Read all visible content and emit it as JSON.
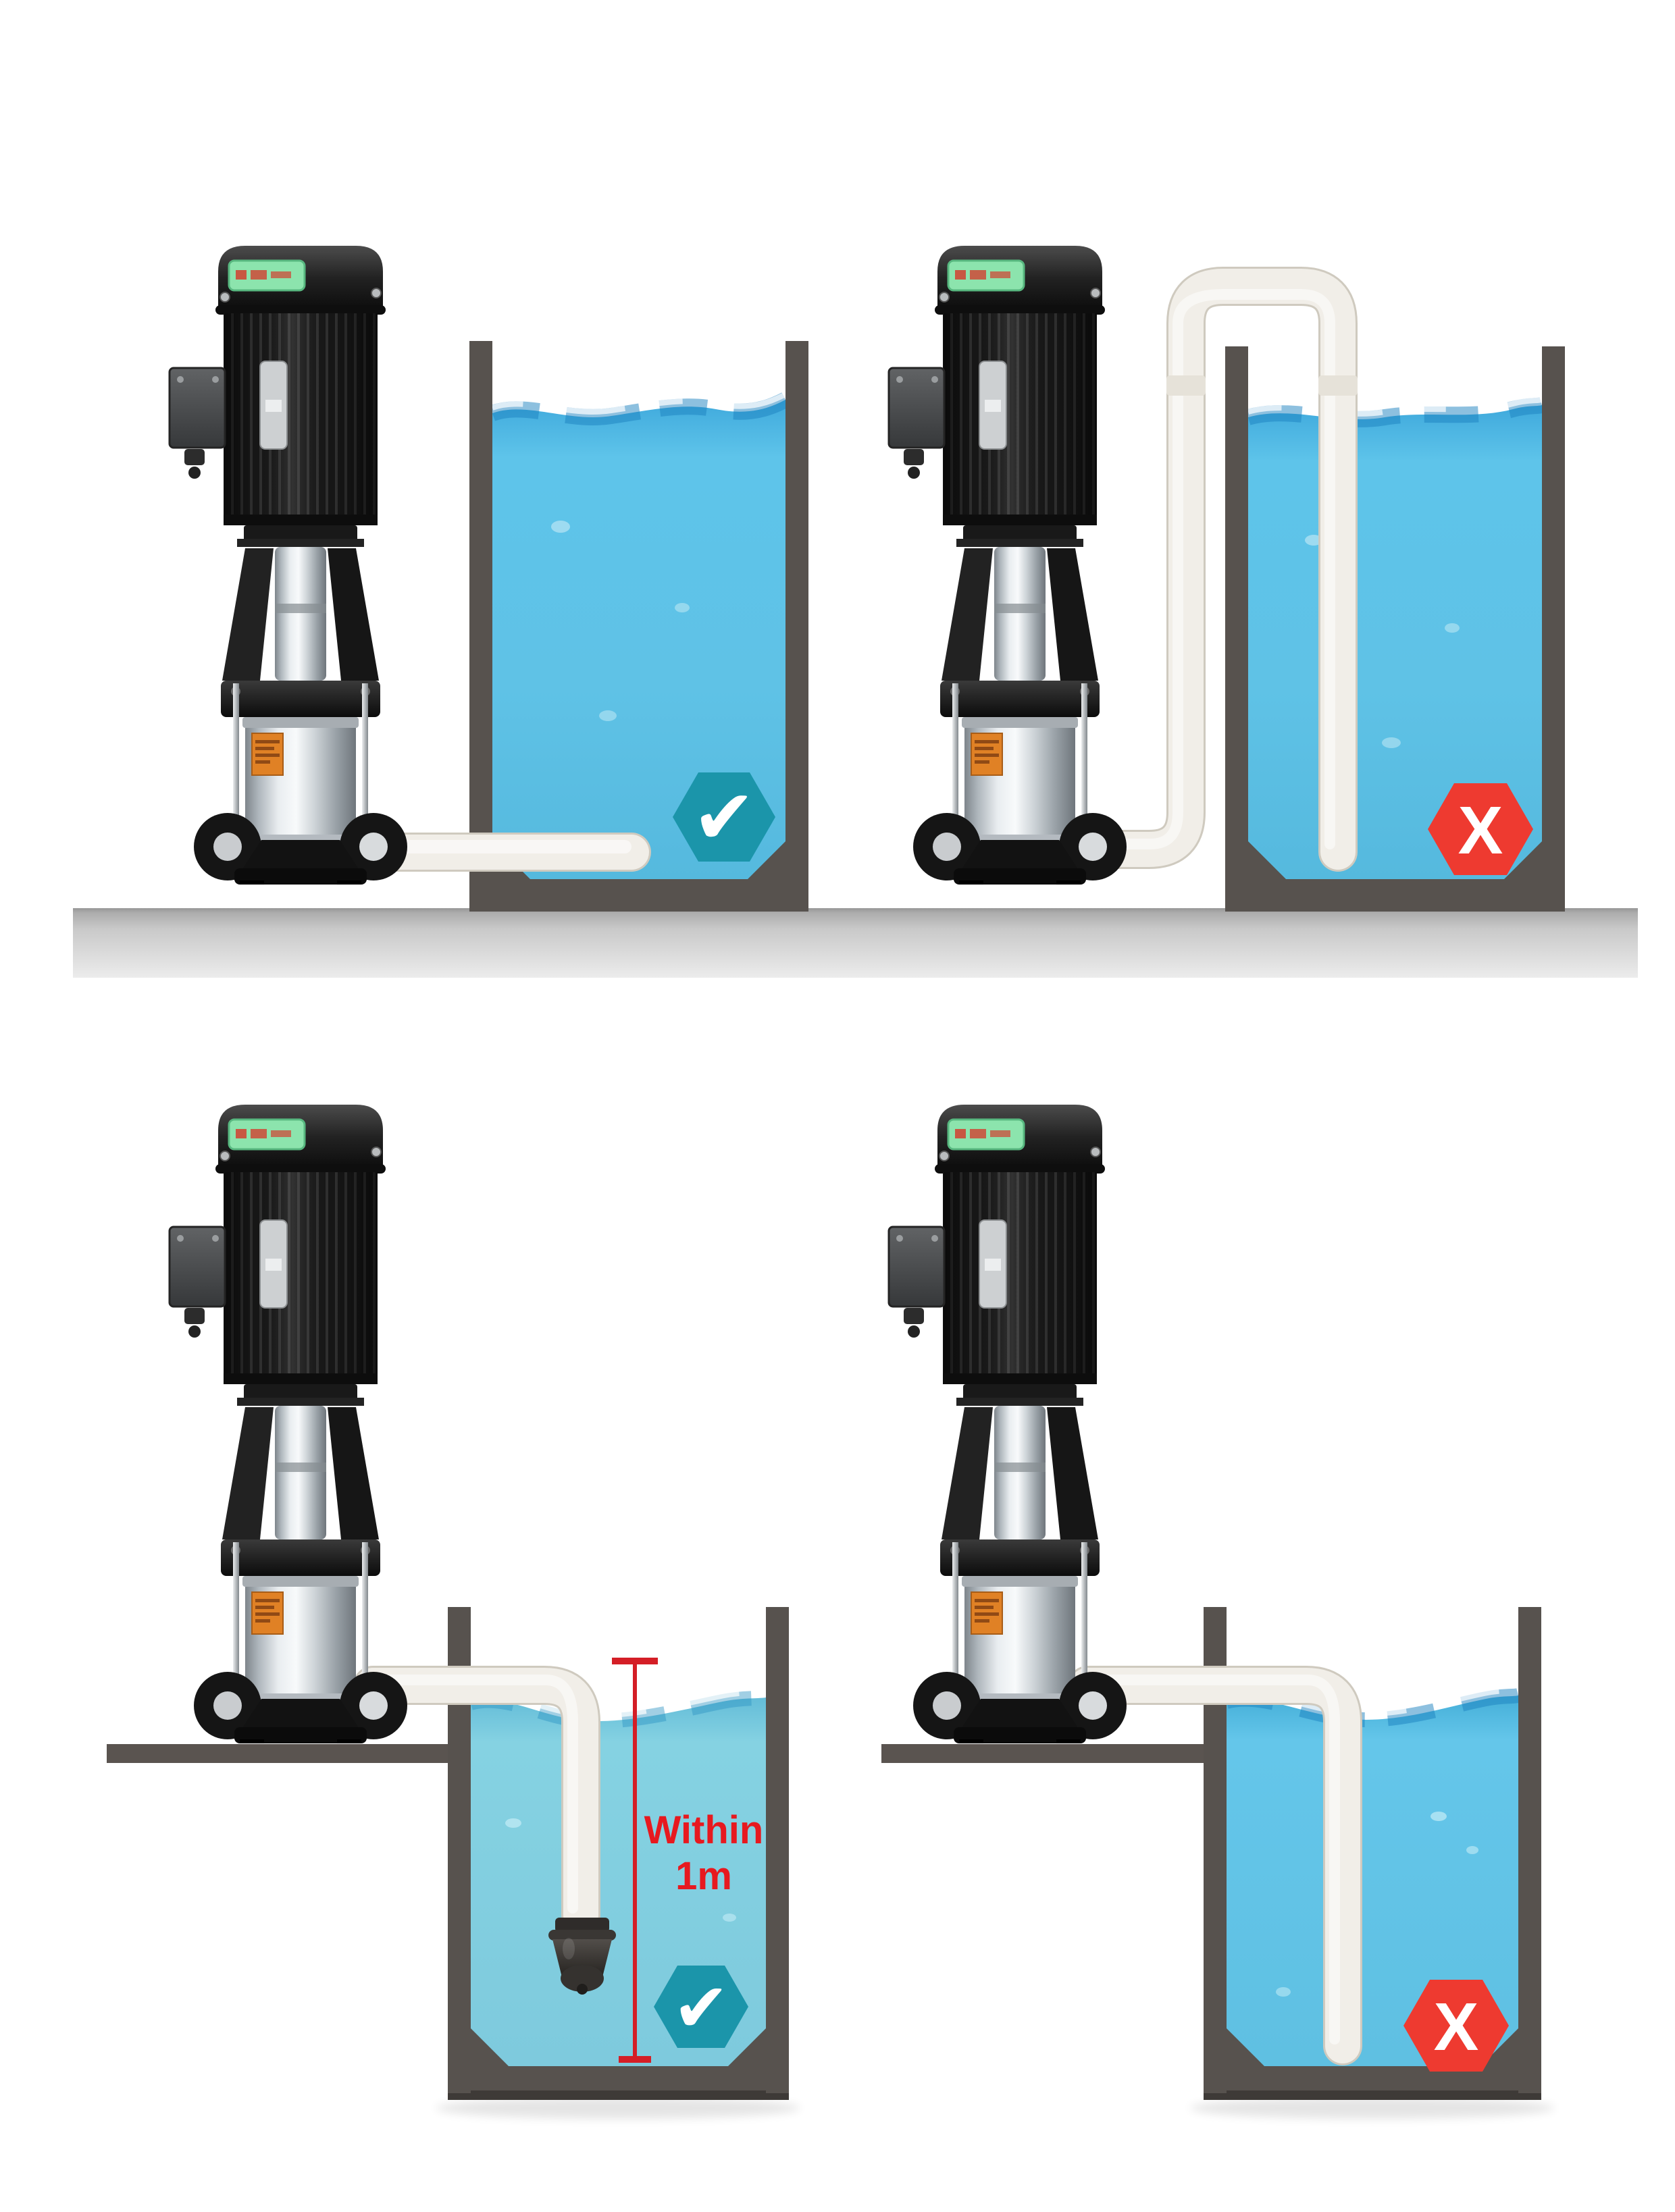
{
  "illustration": {
    "kind": "pump-installation-diagram",
    "scenes": [
      {
        "id": "top-left",
        "badge": "check",
        "result_color": "#1b95aa"
      },
      {
        "id": "top-right",
        "badge": "x",
        "result_color": "#ee3a30"
      },
      {
        "id": "bottom-left",
        "badge": "check",
        "result_color": "#1b95aa"
      },
      {
        "id": "bottom-right",
        "badge": "x",
        "result_color": "#ee3a30"
      }
    ]
  },
  "badges": {
    "check_glyph": "✔",
    "x_glyph": "X",
    "check_color": "#1b95aa",
    "x_color": "#ee3a30"
  },
  "annotation": {
    "line1": "Within",
    "line2": "1m",
    "color": "#e7191f"
  },
  "colors": {
    "water_top": "#5fc2e6",
    "water_bottom_left": "#7ecadd",
    "water_bottom_right": "#64c6ea",
    "tank_wall": "#57524e",
    "pipe": "#f1eee8",
    "floor_slab": "#c6c6c6",
    "measure_line_red": "#d41e26",
    "motor_black": "#161616",
    "steel": "#d9dde0",
    "brand_label_green": "#8ce4ad",
    "pump_label_orange": "#e08125"
  }
}
